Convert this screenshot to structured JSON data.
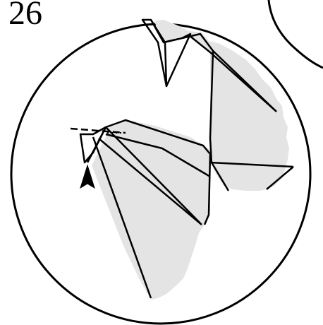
{
  "step": {
    "number": "26"
  },
  "colors": {
    "paper_shade": "#e4e4e4",
    "line": "#000000",
    "background": "#ffffff"
  },
  "elements": {
    "main_circle": "circle-frame",
    "corner_circle": "previous-step-circle-partial",
    "indicator": "arrow-head-icon"
  }
}
